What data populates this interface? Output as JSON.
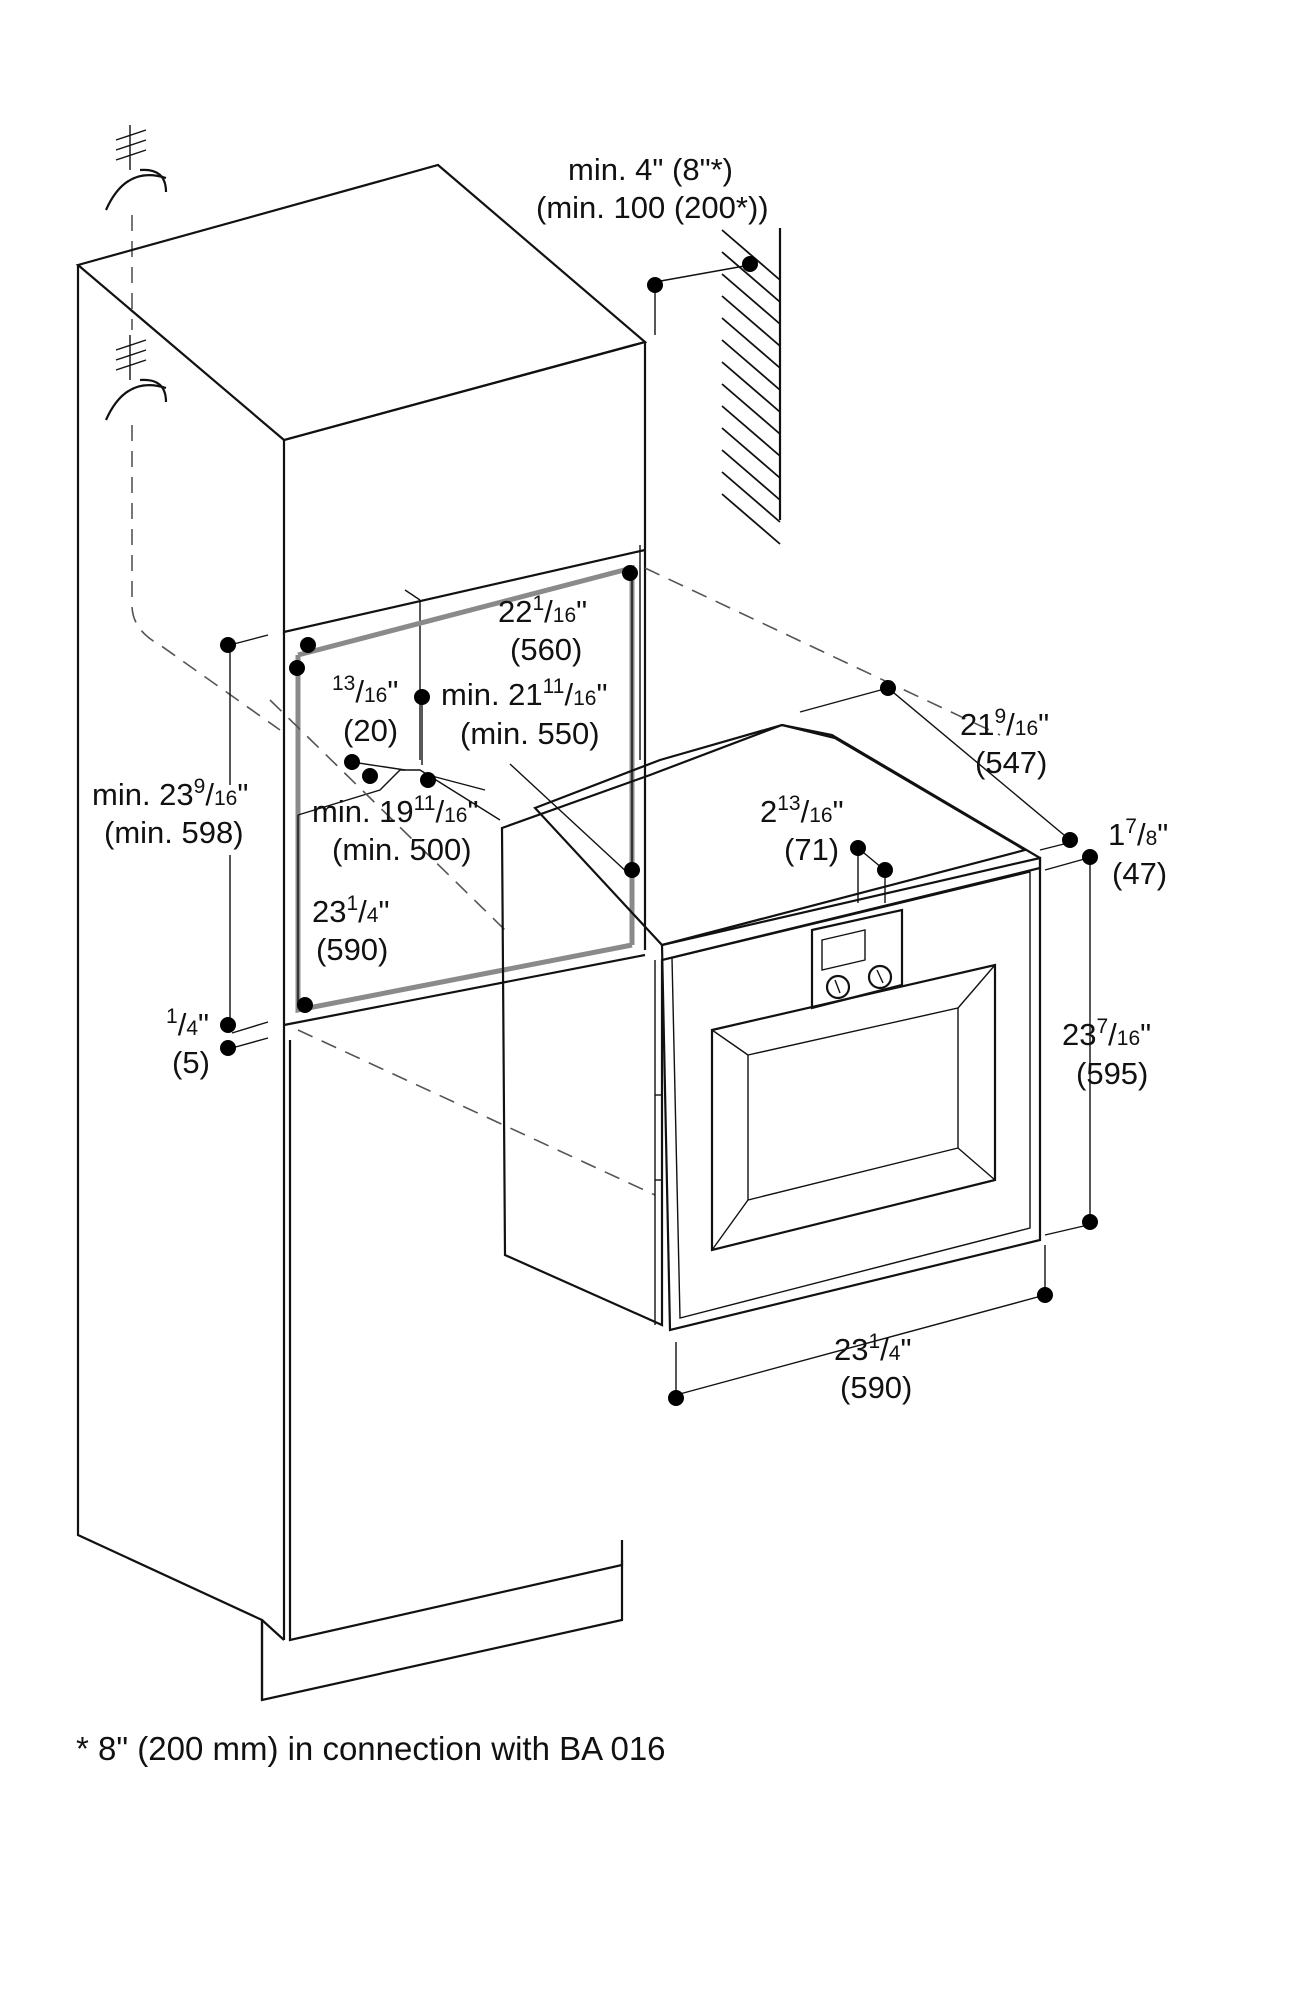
{
  "dimensions": {
    "clearance_top": {
      "line1": "min. 4\" (8\"*)",
      "line2": "(min. 100 (200*))"
    },
    "niche_depth": {
      "whole": "22",
      "num": "1",
      "den": "16",
      "unit": "\"",
      "metric": "(560)"
    },
    "panel_offset": {
      "num": "13",
      "den": "16",
      "unit": "\"",
      "metric": "(20)"
    },
    "niche_depth_min": {
      "prefix": "min. 21",
      "num": "11",
      "den": "16",
      "unit": "\"",
      "metric": "(min. 550)"
    },
    "niche_height": {
      "prefix": "min. 23",
      "num": "9",
      "den": "16",
      "unit": "\"",
      "metric": "(min. 598)"
    },
    "niche_floor_depth": {
      "prefix": "min. 19",
      "num": "11",
      "den": "16",
      "unit": "\"",
      "metric": "(min. 500)"
    },
    "niche_width": {
      "whole": "23",
      "num": "1",
      "den": "4",
      "unit": "\"",
      "metric": "(590)"
    },
    "base_gap": {
      "num": "1",
      "den": "4",
      "unit": "\"",
      "metric": "(5)"
    },
    "oven_depth": {
      "whole": "21",
      "num": "9",
      "den": "16",
      "unit": "\"",
      "metric": "(547)"
    },
    "panel_height": {
      "whole": "2",
      "num": "13",
      "den": "16",
      "unit": "\"",
      "metric": "(71)"
    },
    "front_thickness": {
      "whole": "1",
      "num": "7",
      "den": "8",
      "unit": "\"",
      "metric": "(47)"
    },
    "oven_height": {
      "whole": "23",
      "num": "7",
      "den": "16",
      "unit": "\"",
      "metric": "(595)"
    },
    "oven_width": {
      "whole": "23",
      "num": "1",
      "den": "4",
      "unit": "\"",
      "metric": "(590)"
    }
  },
  "footnote": "* 8\" (200 mm) in connection with BA 016"
}
